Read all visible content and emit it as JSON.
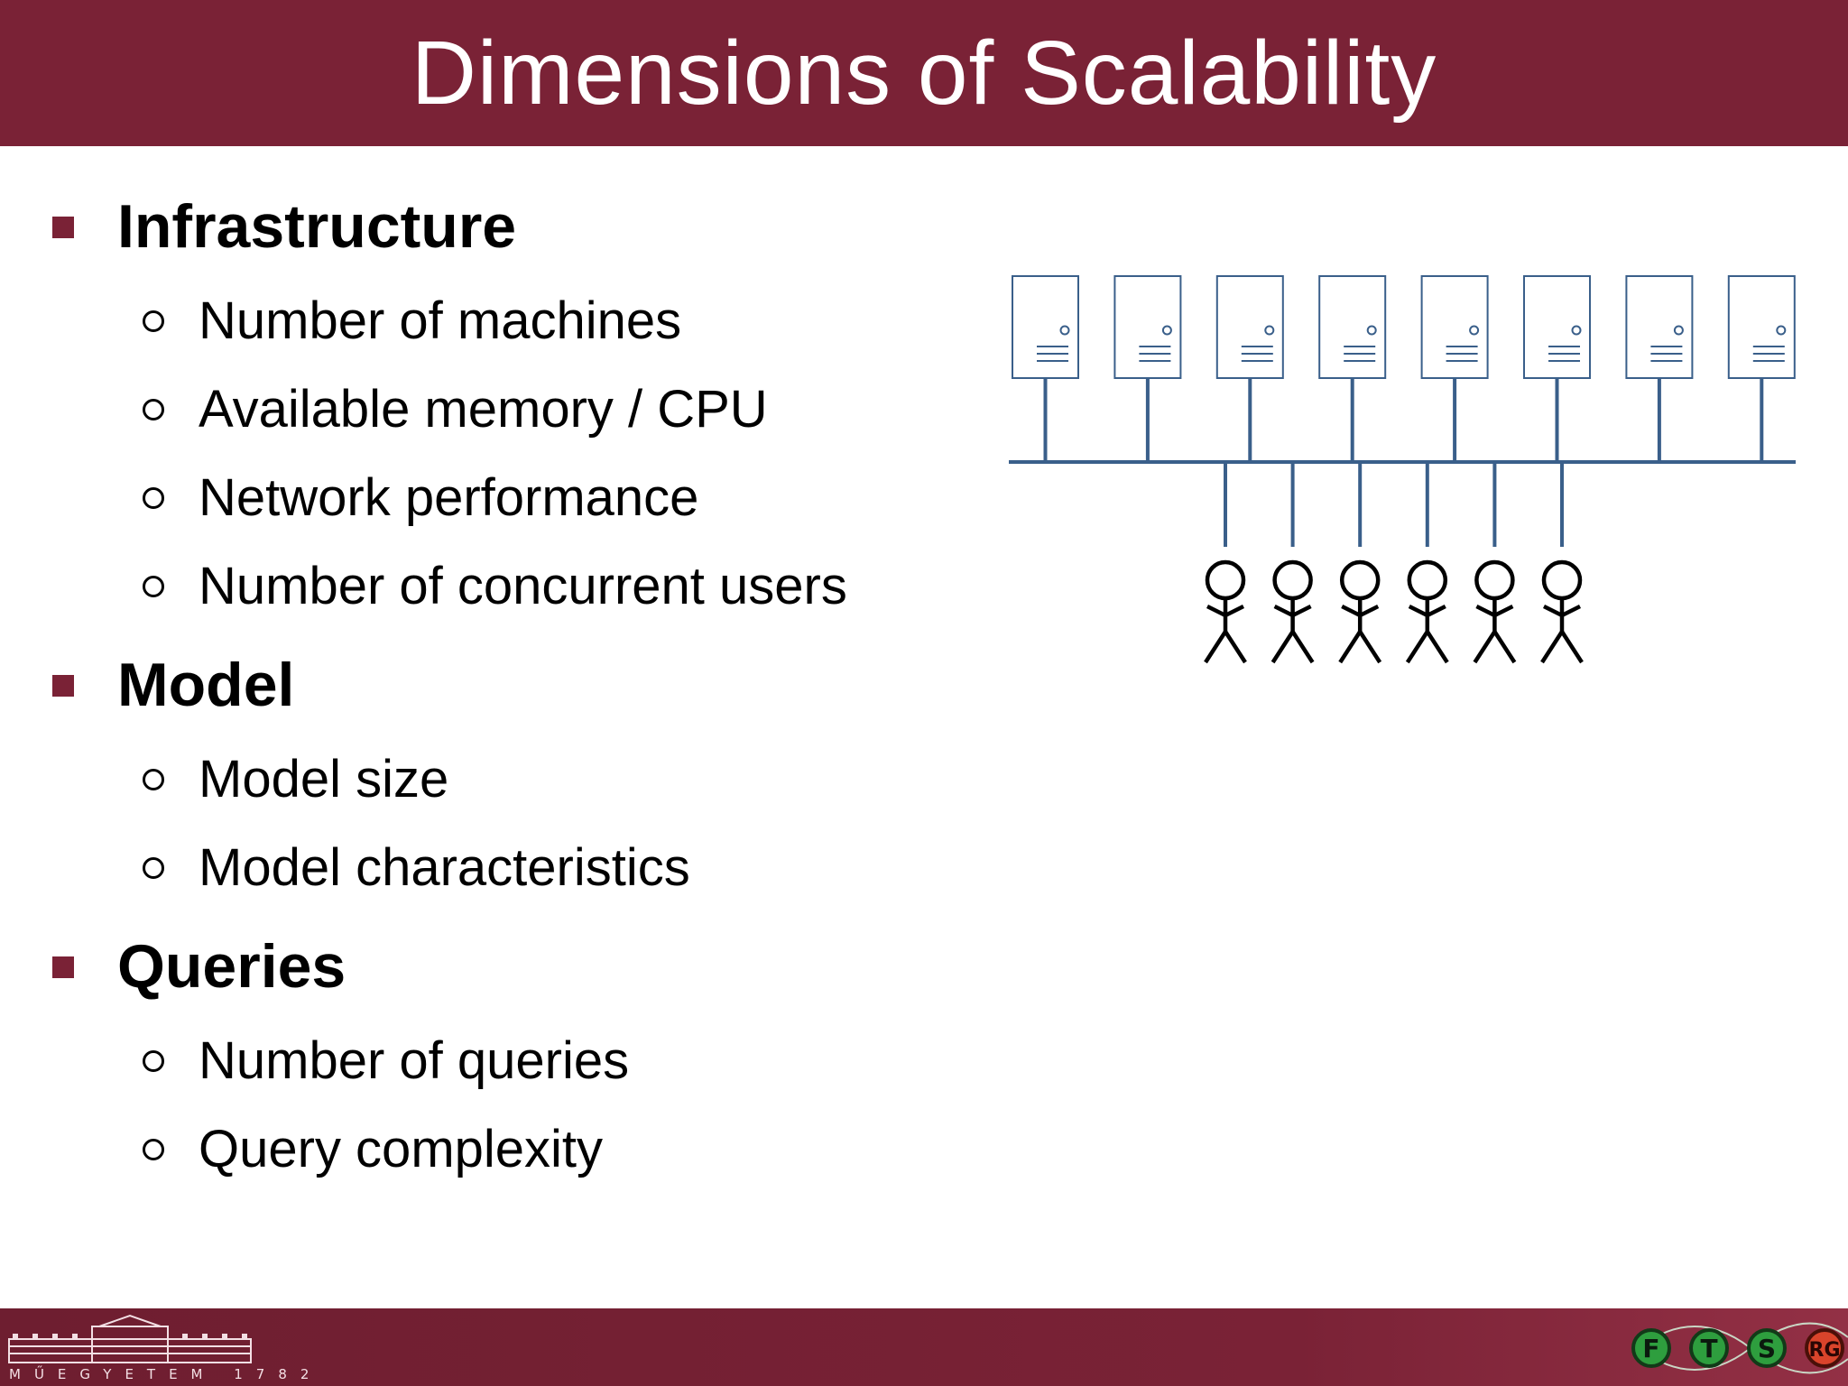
{
  "slide": {
    "title": "Dimensions of Scalability"
  },
  "bullets": [
    {
      "label": "Infrastructure",
      "items": [
        "Number of machines",
        "Available memory / CPU",
        "Network performance",
        "Number of concurrent users"
      ]
    },
    {
      "label": "Model",
      "items": [
        "Model size",
        "Model characteristics"
      ]
    },
    {
      "label": "Queries",
      "items": [
        "Number of queries",
        "Query complexity"
      ]
    }
  ],
  "diagram": {
    "icons": [
      "server-icon",
      "person-icon"
    ],
    "servers": 8,
    "users": 6,
    "line_color": "#3a5f8a",
    "person_color": "#000000"
  },
  "footer": {
    "university_text": "MŰEGYETEM 1782",
    "group_logo_letters": [
      "F",
      "T",
      "S",
      "RG"
    ]
  },
  "colors": {
    "accent": "#7a2236",
    "text": "#000000",
    "background": "#ffffff"
  }
}
